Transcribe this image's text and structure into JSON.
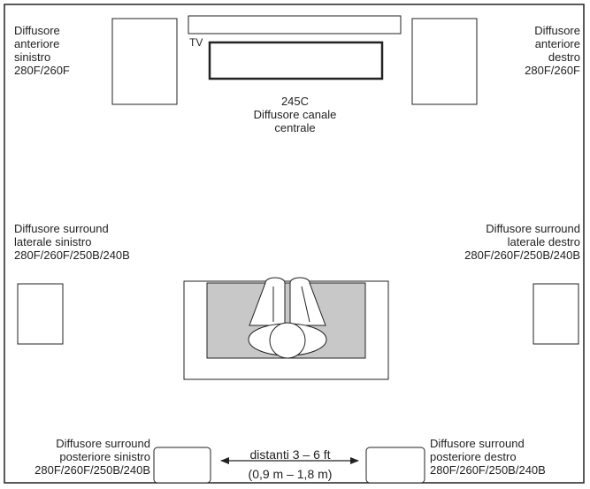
{
  "colors": {
    "line": "#222222",
    "couch_fill": "#c8c8c8",
    "speaker_fill": "#ffffff"
  },
  "tv_label": "TV",
  "front_left": {
    "line1": "Diffusore",
    "line2": "anteriore",
    "line3": "sinistro",
    "line4": "280F/260F"
  },
  "front_right": {
    "line1": "Diffusore",
    "line2": "anteriore",
    "line3": "destro",
    "line4": "280F/260F"
  },
  "center": {
    "model": "245C",
    "line1": "Diffusore canale",
    "line2": "centrale"
  },
  "side_left": {
    "line1": "Diffusore surround",
    "line2": "laterale sinistro",
    "line3": "280F/260F/250B/240B"
  },
  "side_right": {
    "line1": "Diffusore surround",
    "line2": "laterale destro",
    "line3": "280F/260F/250B/240B"
  },
  "rear_left": {
    "line1": "Diffusore surround",
    "line2": "posteriore sinistro",
    "line3": "280F/260F/250B/240B"
  },
  "rear_right": {
    "line1": "Diffusore surround",
    "line2": "posteriore destro",
    "line3": "280F/260F/250B/240B"
  },
  "distance": {
    "line1": "distanti 3 – 6 ft",
    "line2": "(0,9 m – 1,8 m)"
  }
}
